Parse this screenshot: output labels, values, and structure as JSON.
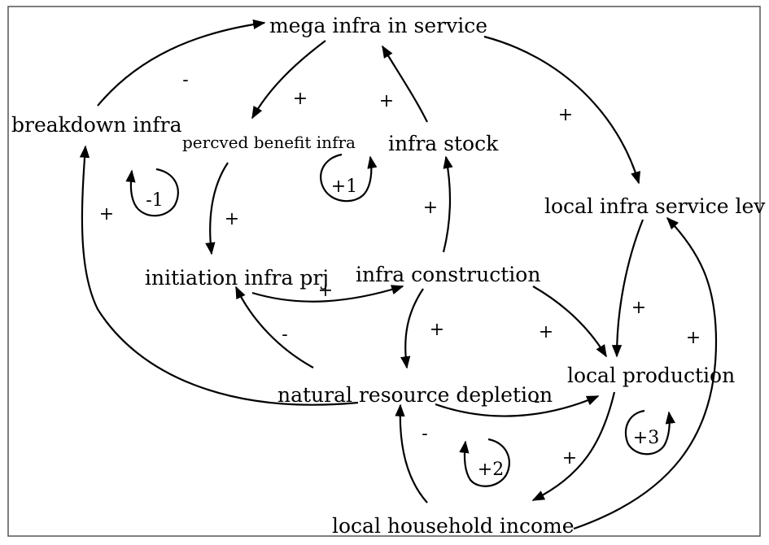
{
  "variables": {
    "mega_infra_in_service": "mega infra in service",
    "breakdown_infra": "breakdown infra",
    "percved_benefit_infra": "percved benefit infra",
    "infra_stock": "infra stock",
    "local_infra_service_level": "local infra service lev",
    "initiation_infra_prj": "initiation infra prj",
    "infra_construction": "infra construction",
    "natural_resource_depletion": "natural resource depletion",
    "local_production": "local production",
    "local_household_income": "local household income"
  },
  "links": {
    "breakdown_to_mega": "-",
    "mega_to_percved": "+",
    "stock_to_mega": "+",
    "mega_to_service": "+",
    "percved_to_initiation": "+",
    "construction_to_stock": "+",
    "depletion_to_breakdown": "+",
    "initiation_to_construction": "+",
    "depletion_to_initiation": "-",
    "construction_to_depletion": "+",
    "construction_to_production": "+",
    "service_to_production": "+",
    "income_to_service": "+",
    "depletion_to_production": "-",
    "income_to_depletion": "-",
    "production_to_income": "+"
  },
  "loops": {
    "loop_1": "-1",
    "loop_2": "+1",
    "loop_3": "+2",
    "loop_4": "+3"
  }
}
